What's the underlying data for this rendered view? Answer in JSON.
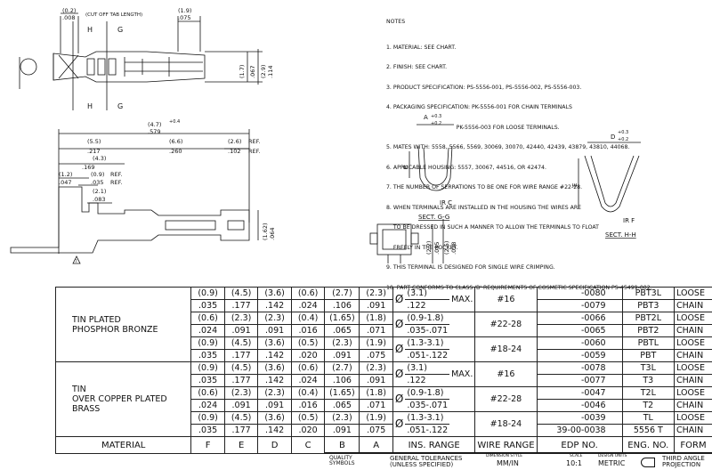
{
  "drawing": {
    "top_dims": {
      "cutoff_mm": "(0.2)",
      "cutoff_in": ".008",
      "cutoff_note": "(CUT OFF TAB LENGTH)",
      "d19_mm": "(1.9)",
      "d19_in": ".075",
      "h_label": "H",
      "g_label": "G",
      "v17_mm": "(1.7)",
      "v17_in": ".067",
      "v29_mm": "(2.9)",
      "v29_in": ".114"
    },
    "side_dims": {
      "overall_mm": "(4.7)",
      "overall_in": ".579",
      "tol": "+0.4",
      "d55_mm": "(5.5)",
      "d55_in": ".217",
      "d66_mm": "(6.6)",
      "d66_in": ".260",
      "d26_mm": "(2.6)",
      "d26_in": ".102",
      "ref": "REF.",
      "d43_mm": "(4.3)",
      "d43_in": ".169",
      "d12_mm": "(1.2)",
      "d12_in": ".047",
      "d09_mm": "(0.9)",
      "d09_in": ".035",
      "d21_mm": "(2.1)",
      "d21_in": ".083",
      "h162_mm": "(1.62)",
      "h162_in": ".064",
      "flag": "7"
    },
    "section_g": {
      "a_label": "A",
      "b_label": "B",
      "tol1": "+0.3",
      "tol2": "+0.2",
      "ir_label": "IR C",
      "caption": "SECT. G-G"
    },
    "section_h": {
      "d_label": "D",
      "e_label": "E",
      "tol1": "+0.3",
      "tol2": "+0.2",
      "ir_label": "IR F",
      "caption": "SECT. H-H"
    },
    "front_view": {
      "h1_mm": "(2.2)",
      "h1_in": ".085",
      "h2_mm": "(2.5)",
      "h2_in": ".098"
    }
  },
  "notes": {
    "header": "NOTES",
    "items": [
      "1. MATERIAL: SEE CHART.",
      "2. FINISH: SEE CHART.",
      "3. PRODUCT SPECIFICATION: PS-5556-001, PS-5556-002, PS-5556-003.",
      "4. PACKAGING SPECIFICATION: PK-5556-001 FOR CHAIN TERMINALS",
      "                                        PK-5556-003 FOR LOOSE TERMINALS.",
      "5. MATES WITH: 5558, 5566, 5569, 30069, 30070, 42440, 42439, 43879, 43810, 44068.",
      "6. APPLICABLE HOUSING: 5557, 30067, 44516, OR 42474.",
      "7. THE NUMBER OF SERRATIONS TO BE ONE FOR WIRE RANGE #22-28.",
      "8. WHEN TERMINALS ARE INSTALLED IN THE HOUSING THE WIRES ARE",
      "    TO BE DRESSED IN SUCH A MANNER TO ALLOW THE TERMINALS TO FLOAT",
      "    FREELY IN THE POCKET.",
      "9. THIS TERMINAL IS DESIGNED FOR SINGLE WIRE CRIMPING.",
      "10. PART CONFORMS TO CLASS 'B' REQUIREMENTS OF COSMETIC SPECIFICATION PS-45499-002."
    ]
  },
  "table": {
    "groups": [
      {
        "material": [
          "TIN PLATED",
          "PHOSPHOR BRONZE"
        ],
        "blocks": [
          {
            "mm": [
              "(0.9)",
              "(4.5)",
              "(3.6)",
              "(0.6)",
              "(2.7)",
              "(2.3)"
            ],
            "in": [
              ".035",
              ".177",
              ".142",
              ".024",
              ".106",
              ".091"
            ],
            "ins_mm": "(3.1)",
            "ins_in": ".122",
            "ins_max": "MAX.",
            "wire": "#16",
            "edp": [
              "-0080",
              "-0079"
            ],
            "eng": [
              "PBT3L",
              "PBT3"
            ],
            "form": [
              "LOOSE",
              "CHAIN"
            ]
          },
          {
            "mm": [
              "(0.6)",
              "(2.3)",
              "(2.3)",
              "(0.4)",
              "(1.65)",
              "(1.8)"
            ],
            "in": [
              ".024",
              ".091",
              ".091",
              ".016",
              ".065",
              ".071"
            ],
            "ins_mm": "(0.9-1.8)",
            "ins_in": ".035-.071",
            "ins_max": "",
            "wire": "#22-28",
            "edp": [
              "-0066",
              "-0065"
            ],
            "eng": [
              "PBT2L",
              "PBT2"
            ],
            "form": [
              "LOOSE",
              "CHAIN"
            ]
          },
          {
            "mm": [
              "(0.9)",
              "(4.5)",
              "(3.6)",
              "(0.5)",
              "(2.3)",
              "(1.9)"
            ],
            "in": [
              ".035",
              ".177",
              ".142",
              ".020",
              ".091",
              ".075"
            ],
            "ins_mm": "(1.3-3.1)",
            "ins_in": ".051-.122",
            "ins_max": "",
            "wire": "#18-24",
            "edp": [
              "-0060",
              "-0059"
            ],
            "eng": [
              "PBTL",
              "PBT"
            ],
            "form": [
              "LOOSE",
              "CHAIN"
            ]
          }
        ]
      },
      {
        "material": [
          "TIN",
          "OVER COPPER PLATED",
          "BRASS"
        ],
        "blocks": [
          {
            "mm": [
              "(0.9)",
              "(4.5)",
              "(3.6)",
              "(0.6)",
              "(2.7)",
              "(2.3)"
            ],
            "in": [
              ".035",
              ".177",
              ".142",
              ".024",
              ".106",
              ".091"
            ],
            "ins_mm": "(3.1)",
            "ins_in": ".122",
            "ins_max": "MAX.",
            "wire": "#16",
            "edp": [
              "-0078",
              "-0077"
            ],
            "eng": [
              "T3L",
              "T3"
            ],
            "form": [
              "LOOSE",
              "CHAIN"
            ]
          },
          {
            "mm": [
              "(0.6)",
              "(2.3)",
              "(2.3)",
              "(0.4)",
              "(1.65)",
              "(1.8)"
            ],
            "in": [
              ".024",
              ".091",
              ".091",
              ".016",
              ".065",
              ".071"
            ],
            "ins_mm": "(0.9-1.8)",
            "ins_in": ".035-.071",
            "ins_max": "",
            "wire": "#22-28",
            "edp": [
              "-0047",
              "-0046"
            ],
            "eng": [
              "T2L",
              "T2"
            ],
            "form": [
              "LOOSE",
              "CHAIN"
            ]
          },
          {
            "mm": [
              "(0.9)",
              "(4.5)",
              "(3.6)",
              "(0.5)",
              "(2.3)",
              "(1.9)"
            ],
            "in": [
              ".035",
              ".177",
              ".142",
              ".020",
              ".091",
              ".075"
            ],
            "ins_mm": "(1.3-3.1)",
            "ins_in": ".051-.122",
            "ins_max": "",
            "wire": "#18-24",
            "edp": [
              "-0039",
              "39-00-0038"
            ],
            "eng": [
              "TL",
              "5556 T"
            ],
            "form": [
              "LOOSE",
              "CHAIN"
            ]
          }
        ]
      }
    ],
    "diameter_symbol": "Ø",
    "footer": [
      "MATERIAL",
      "F",
      "E",
      "D",
      "C",
      "B",
      "A",
      "INS. RANGE",
      "WIRE RANGE",
      "EDP NO.",
      "ENG. NO.",
      "FORM"
    ]
  },
  "titlebar": {
    "quality": "QUALITY\nSYMBOLS",
    "tolerances": "GENERAL TOLERANCES\n(UNLESS SPECIFIED)",
    "dim_style_label": "DIMENSION STYLE",
    "dim_style": "MM/IN",
    "scale_label": "SCALE",
    "scale": "10:1",
    "units_label": "DESIGN UNITS",
    "units": "METRIC",
    "projection": "THIRD ANGLE\nPROJECTION"
  }
}
